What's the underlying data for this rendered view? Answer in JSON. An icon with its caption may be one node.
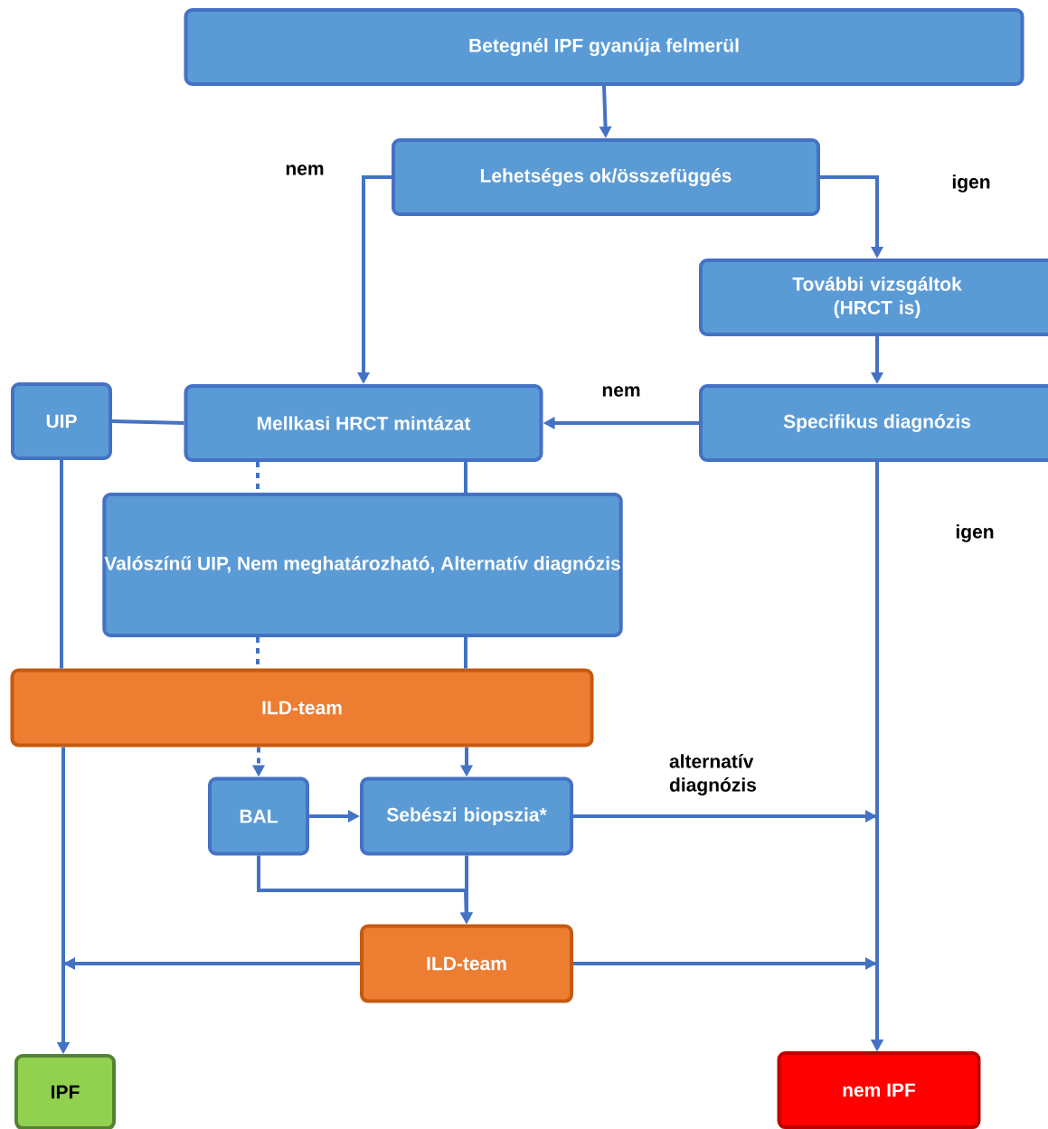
{
  "diagram": {
    "nodes": [
      {
        "text": [
          "Betegnél IPF gyanúja felmerül"
        ]
      },
      {
        "text": [
          "Lehetséges ok/összefüggés"
        ]
      },
      {
        "text": [
          "További vizsgáltok (HRCT is)"
        ]
      },
      {
        "text": [
          "UIP"
        ]
      },
      {
        "text": [
          "Mellkasi HRCT mintázat"
        ]
      },
      {
        "text": [
          "Specifikus diagnózis"
        ]
      },
      {
        "text": [
          "Valószínű UIP, Nem meghatározható, Alternatív diagnózis"
        ]
      },
      {
        "text": [
          "ILD-team"
        ]
      },
      {
        "text": [
          "BAL"
        ]
      },
      {
        "text": [
          "Sebészi biopszia*"
        ]
      },
      {
        "text": [
          "ILD-team"
        ]
      },
      {
        "text": [
          "IPF"
        ]
      },
      {
        "text": [
          "nem IPF"
        ]
      }
    ],
    "edges": [
      {
        "from": 0,
        "to": 1,
        "arrow": "to"
      },
      {
        "from": 1,
        "to": 4,
        "arrow": "to",
        "label": "nem"
      },
      {
        "from": 1,
        "to": 2,
        "arrow": "to",
        "label": "igen"
      },
      {
        "from": 2,
        "to": 5,
        "arrow": "to"
      },
      {
        "from": 5,
        "to": 4,
        "arrow": "to",
        "label": "nem"
      },
      {
        "from": 3,
        "to": 4,
        "arrow": "none"
      },
      {
        "from": 5,
        "to": 12,
        "arrow": "to",
        "label": "igen"
      },
      {
        "from": 4,
        "to": 6,
        "arrow": "none"
      },
      {
        "from": 4,
        "to": 6,
        "arrow": "none",
        "style": "dashed"
      },
      {
        "from": 6,
        "to": 7,
        "arrow": "none"
      },
      {
        "from": 6,
        "to": 7,
        "arrow": "none",
        "style": "dashed"
      },
      {
        "from": 3,
        "to": 7,
        "arrow": "none"
      },
      {
        "from": 7,
        "to": 11,
        "arrow": "to"
      },
      {
        "from": 7,
        "to": 8,
        "arrow": "to",
        "style": "dashed"
      },
      {
        "from": 7,
        "to": 9,
        "arrow": "to"
      },
      {
        "from": 8,
        "to": 9,
        "arrow": "to"
      },
      {
        "from": 8,
        "to": 10,
        "arrow": "to"
      },
      {
        "from": 9,
        "to": 10,
        "arrow": "to"
      },
      {
        "from": 9,
        "to": 12,
        "arrow": "to",
        "label": "alternatív diagnózis"
      },
      {
        "from": 10,
        "to": 11,
        "arrow": "to"
      },
      {
        "from": 10,
        "to": 12,
        "arrow": "to"
      }
    ]
  }
}
